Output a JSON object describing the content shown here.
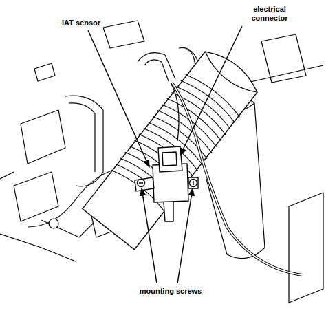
{
  "diagram": {
    "labels": [
      "IAT sensor",
      "electrical connector",
      "mounting screws"
    ]
  }
}
